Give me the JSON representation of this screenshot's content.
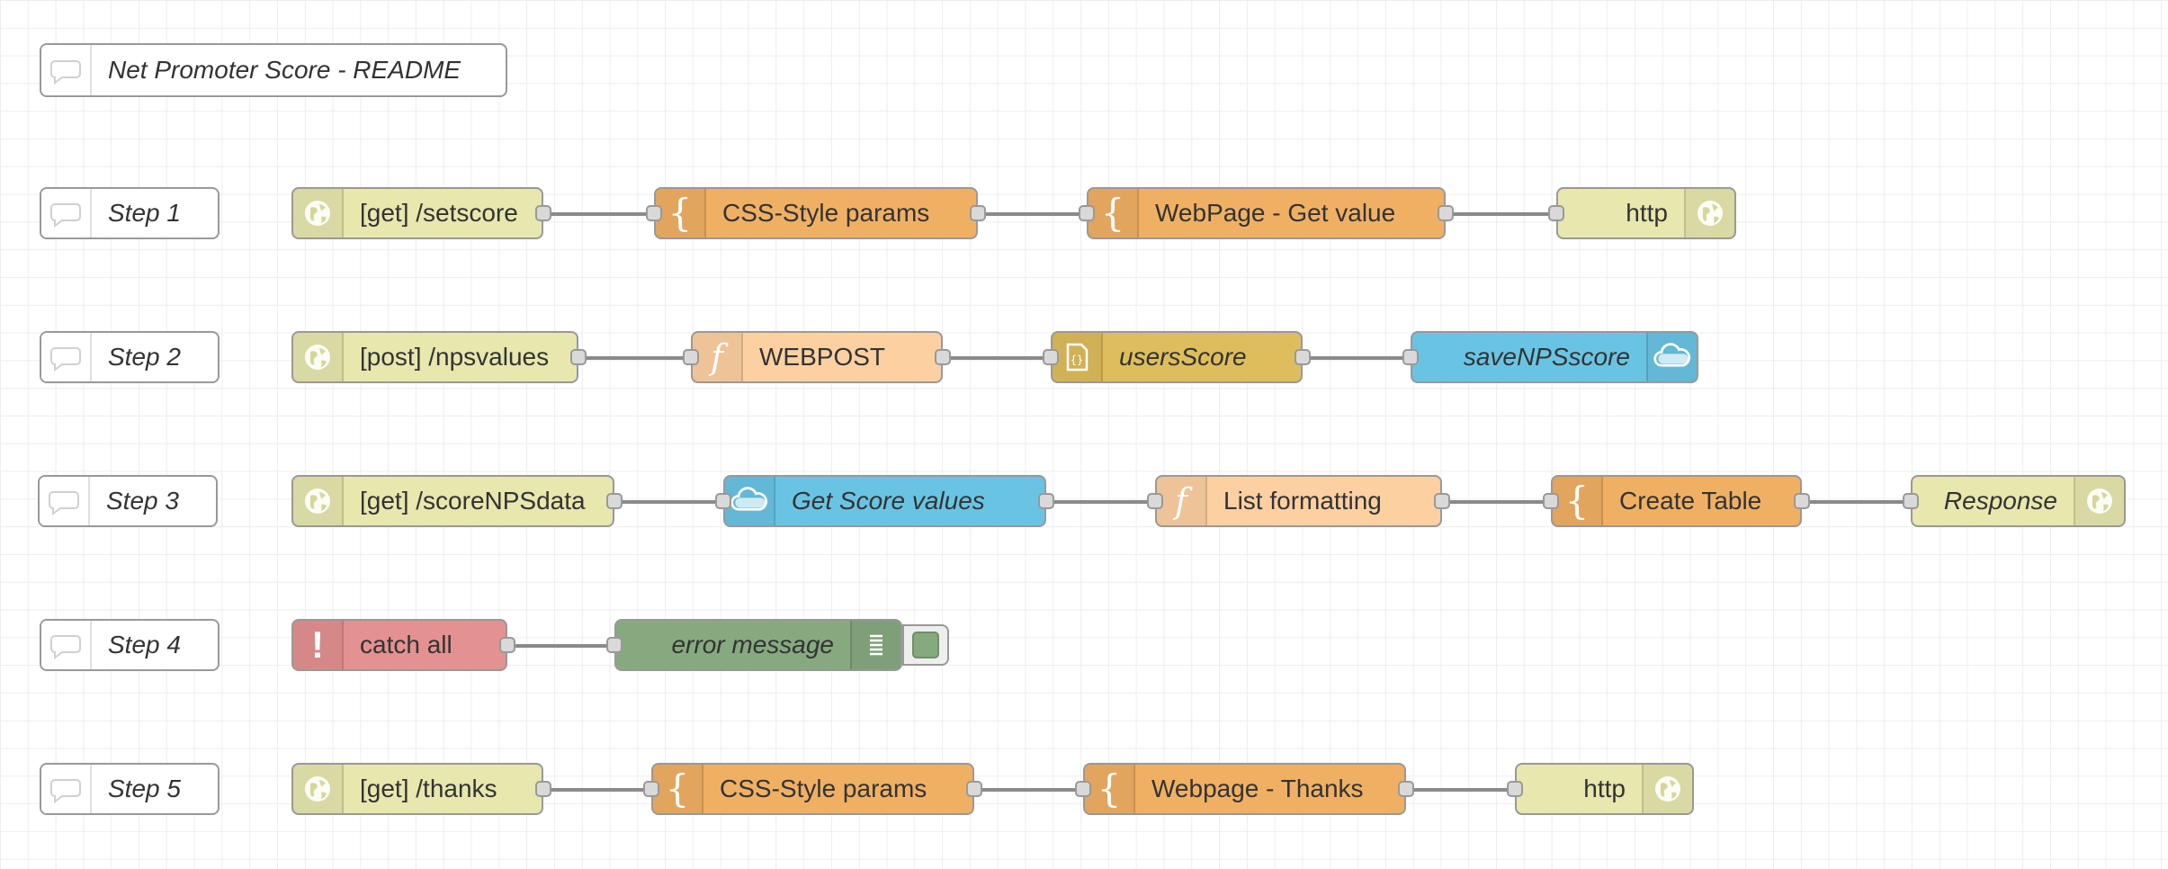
{
  "colors": {
    "http": "#e7e7ae",
    "template": "#f0b064",
    "function": "#fdd0a2",
    "json": "#debd5c",
    "cloudant": "#69c4e4",
    "catch": "#e49191",
    "debug": "#87a980",
    "comment": "#ffffff"
  },
  "icons": {
    "comment": "speech-bubble-icon",
    "http": "globe-icon",
    "template": "curly-brace-icon",
    "function": "function-icon",
    "json": "json-icon",
    "cloudant": "cloud-icon",
    "catch": "exclamation-icon",
    "debug": "list-icon"
  },
  "readme": {
    "label": "Net Promoter Score - README"
  },
  "steps": [
    {
      "label": "Step 1"
    },
    {
      "label": "Step 2"
    },
    {
      "label": "Step 3"
    },
    {
      "label": "Step 4"
    },
    {
      "label": "Step 5"
    }
  ],
  "flows": {
    "step1": {
      "http_in": "[get] /setscore",
      "css_template": "CSS-Style params",
      "page_template": "WebPage - Get value",
      "http_response": "http"
    },
    "step2": {
      "http_in": "[post] /npsvalues",
      "function": "WEBPOST",
      "json": "usersScore",
      "cloudant_out": "saveNPSscore"
    },
    "step3": {
      "http_in": "[get] /scoreNPSdata",
      "cloudant_in": "Get Score values",
      "function": "List formatting",
      "template": "Create Table",
      "http_response": "Response"
    },
    "step4": {
      "catch": "catch all",
      "debug": "error message"
    },
    "step5": {
      "http_in": "[get] /thanks",
      "css_template": "CSS-Style params",
      "page_template": "Webpage - Thanks",
      "http_response": "http"
    }
  }
}
